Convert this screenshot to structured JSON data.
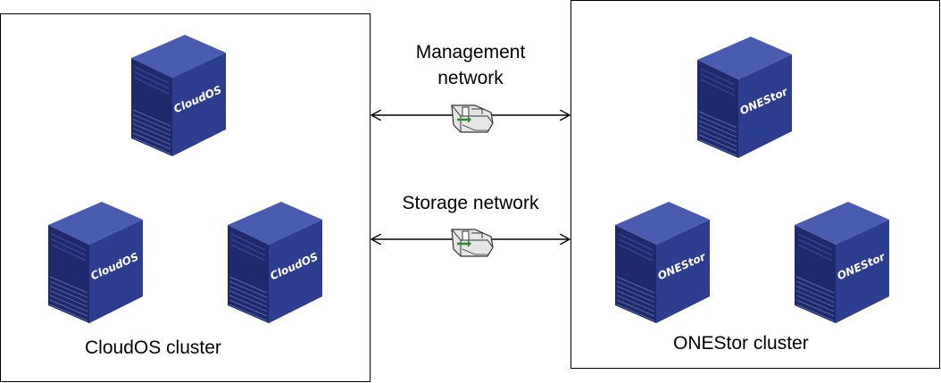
{
  "left_cluster": {
    "label": "CloudOS cluster",
    "servers": [
      {
        "label": "CloudOS"
      },
      {
        "label": "CloudOS"
      },
      {
        "label": "CloudOS"
      }
    ]
  },
  "right_cluster": {
    "label": "ONEStor cluster",
    "servers": [
      {
        "label": "ONEStor"
      },
      {
        "label": "ONEStor"
      },
      {
        "label": "ONEStor"
      }
    ]
  },
  "networks": {
    "management": {
      "line1": "Management",
      "line2": "network"
    },
    "storage": {
      "label": "Storage network"
    }
  },
  "colors": {
    "server_front": "#2d3d8f",
    "server_side": "#1e2a6b",
    "server_top": "#4a5cb0"
  },
  "icons": {
    "server": "server-tower-icon",
    "network": "network-switch-icon"
  }
}
